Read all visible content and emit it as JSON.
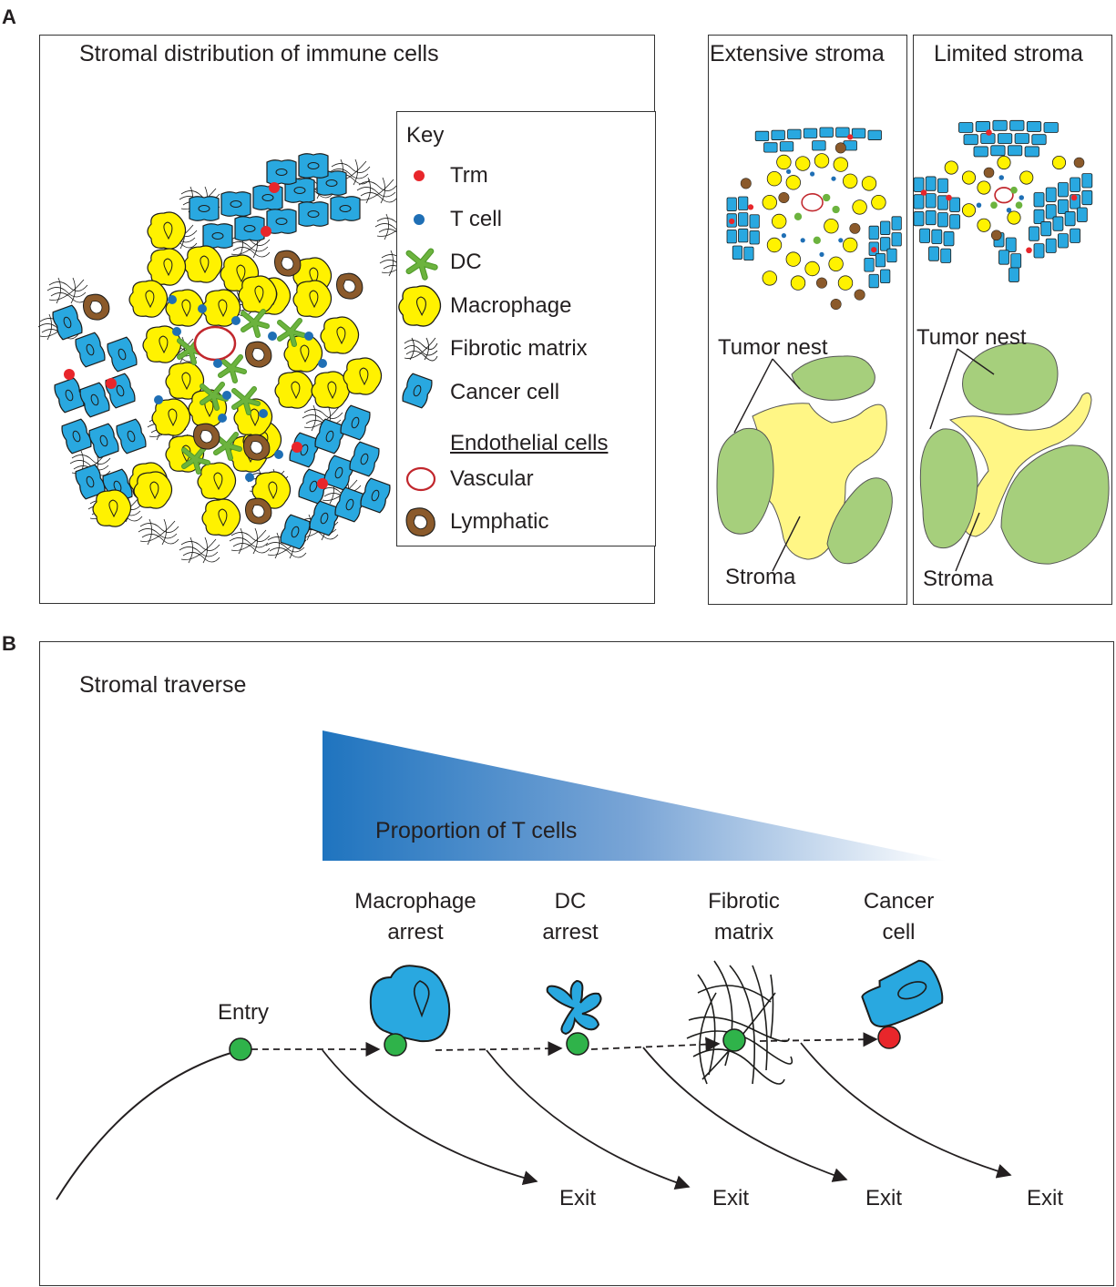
{
  "panel_a": {
    "letter": "A",
    "main_title": "Stromal distribution of immune cells",
    "key": {
      "title": "Key",
      "items": [
        {
          "label": "Trm",
          "icon": "red-dot-icon",
          "color": "#e8262b"
        },
        {
          "label": "T cell",
          "icon": "blue-dot-icon",
          "color": "#1f6fb5"
        },
        {
          "label": "DC",
          "icon": "dendritic-cell-icon",
          "color": "#6cb33e"
        },
        {
          "label": "Macrophage",
          "icon": "macrophage-icon",
          "color": "#fff200"
        },
        {
          "label": "Fibrotic matrix",
          "icon": "fibrotic-matrix-icon",
          "color": "#231f20"
        },
        {
          "label": "Cancer cell",
          "icon": "cancer-cell-icon",
          "color": "#29a8e0"
        }
      ],
      "endothelial_heading": "Endothelial cells",
      "endothelial_items": [
        {
          "label": "Vascular",
          "icon": "vascular-icon",
          "color": "#c1272d"
        },
        {
          "label": "Lymphatic",
          "icon": "lymphatic-icon",
          "color": "#8b5a2b"
        }
      ]
    },
    "extensive": {
      "title": "Extensive stroma",
      "tumor_nest": "Tumor nest",
      "stroma": "Stroma"
    },
    "limited": {
      "title": "Limited stroma",
      "tumor_nest": "Tumor nest",
      "stroma": "Stroma"
    }
  },
  "panel_b": {
    "letter": "B",
    "title": "Stromal traverse",
    "gradient_label": "Proportion of T cells",
    "entry": "Entry",
    "steps": [
      {
        "label_1": "Macrophage",
        "label_2": "arrest"
      },
      {
        "label_1": "DC",
        "label_2": "arrest"
      },
      {
        "label_1": "Fibrotic",
        "label_2": "matrix"
      },
      {
        "label_1": "Cancer",
        "label_2": "cell"
      }
    ],
    "exit": "Exit"
  },
  "colors": {
    "cancer_blue": "#29a8e0",
    "macrophage_yellow": "#fff200",
    "dc_green": "#6cb33e",
    "tcell_green": "#2fb34a",
    "trm_red": "#e8262b",
    "tcell_blue": "#1f6fb5",
    "lymphatic_brown": "#8b5a2b",
    "vascular_red": "#c1272d",
    "nest_green": "#a6cf7c",
    "stroma_yellow": "#fff685",
    "gradient_dark": "#1f74bf"
  }
}
